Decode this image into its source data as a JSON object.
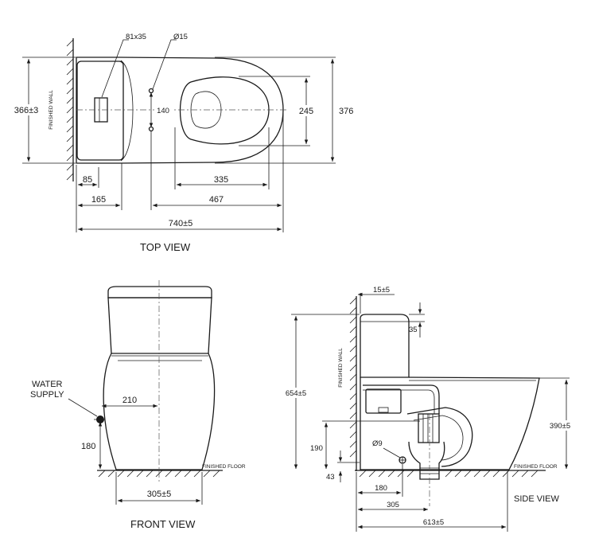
{
  "views": {
    "top": "TOP VIEW",
    "front": "FRONT VIEW",
    "side": "SIDE VIEW"
  },
  "notes": {
    "finished_wall": "FINISHED WALL",
    "finished_floor": "FINISHED FLOOR",
    "water": "WATER",
    "supply": "SUPPLY"
  },
  "top_dims": {
    "button": "81x35",
    "hole": "Ø15",
    "width_wall": "366±3",
    "hole_spacing": "140",
    "bowl_inner": "245",
    "total_width": "376",
    "d85": "85",
    "d335": "335",
    "d165": "165",
    "d467": "467",
    "total_length": "740±5"
  },
  "front_dims": {
    "d210": "210",
    "d180": "180",
    "d305": "305±5"
  },
  "side_dims": {
    "d15": "15±5",
    "d35": "35",
    "height": "654±5",
    "d390": "390±5",
    "d190": "190",
    "d9": "Ø9",
    "d43": "43",
    "d180": "180",
    "d305": "305",
    "d613": "613±5"
  }
}
